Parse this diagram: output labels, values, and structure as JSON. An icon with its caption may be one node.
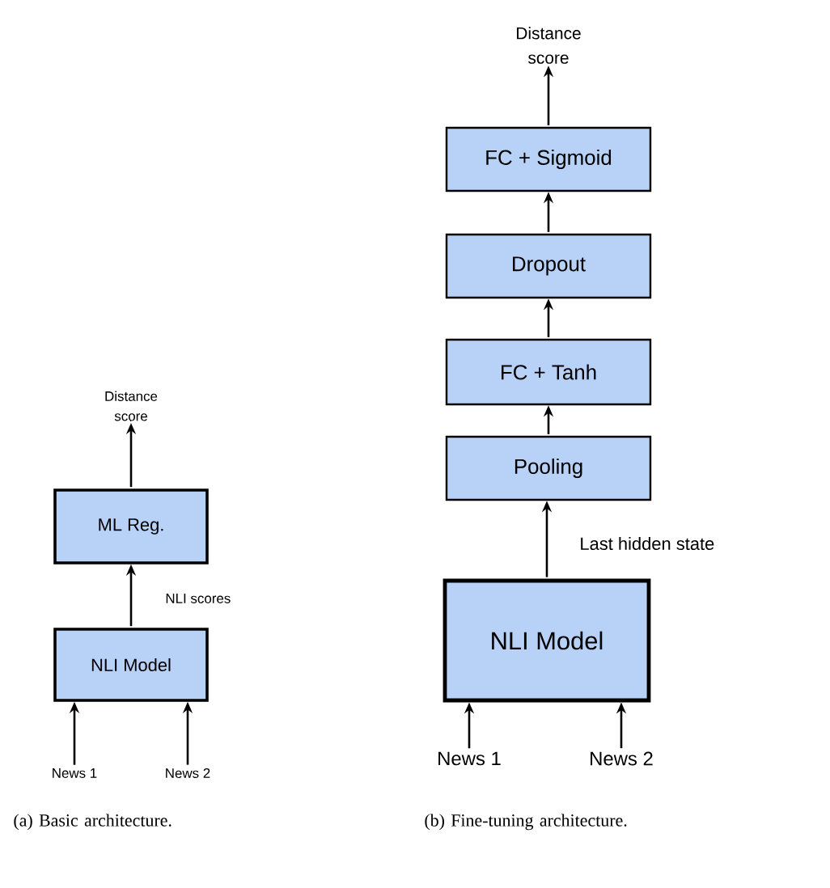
{
  "diagram": {
    "nodes": [
      {
        "text": [
          "Distance score"
        ]
      },
      {
        "text": [
          "ML Reg."
        ]
      },
      {
        "text": [
          "NLI Model"
        ]
      },
      {
        "text": [
          "News 1"
        ]
      },
      {
        "text": [
          "News 2"
        ]
      },
      {
        "text": [
          "Distance score"
        ]
      },
      {
        "text": [
          "FC + Sigmoid"
        ]
      },
      {
        "text": [
          "Dropout"
        ]
      },
      {
        "text": [
          "FC + Tanh"
        ]
      },
      {
        "text": [
          "Pooling"
        ]
      },
      {
        "text": [
          "NLI Model"
        ]
      },
      {
        "text": [
          "News 1"
        ]
      },
      {
        "text": [
          "News 2"
        ]
      }
    ],
    "edges": [
      {
        "from": 1,
        "to": 0,
        "arrow": "to"
      },
      {
        "from": 2,
        "to": 1,
        "arrow": "to",
        "label": "NLI scores"
      },
      {
        "from": 3,
        "to": 2,
        "arrow": "to"
      },
      {
        "from": 4,
        "to": 2,
        "arrow": "to"
      },
      {
        "from": 6,
        "to": 5,
        "arrow": "to"
      },
      {
        "from": 7,
        "to": 6,
        "arrow": "to"
      },
      {
        "from": 8,
        "to": 7,
        "arrow": "to"
      },
      {
        "from": 9,
        "to": 8,
        "arrow": "to"
      },
      {
        "from": 10,
        "to": 9,
        "arrow": "to",
        "label": "Last hidden state"
      },
      {
        "from": 11,
        "to": 10,
        "arrow": "to"
      },
      {
        "from": 12,
        "to": 10,
        "arrow": "to"
      }
    ],
    "labels": [
      "(a) Basic architecture.",
      "(b) Fine-tuning architecture."
    ]
  }
}
